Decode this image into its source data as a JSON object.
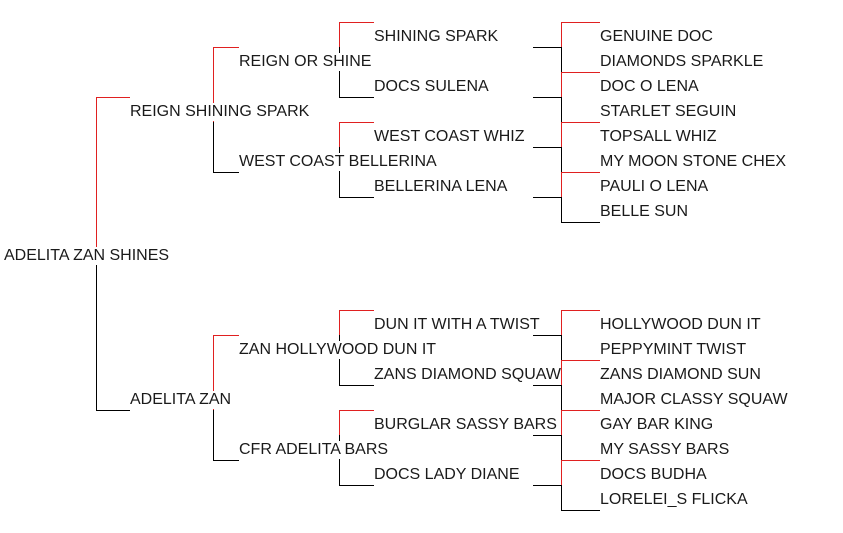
{
  "colors": {
    "sire_line": "#e02020",
    "dam_line": "#000000",
    "text": "#1a1a1a",
    "background": "#ffffff"
  },
  "horse": "ADELITA ZAN SHINES",
  "sire": "REIGN SHINING SPARK",
  "dam": "ADELITA ZAN",
  "sire_sire": "REIGN OR SHINE",
  "sire_dam": "WEST COAST BELLERINA",
  "dam_sire": "ZAN HOLLYWOOD DUN IT",
  "dam_dam": "CFR ADELITA BARS",
  "g3": [
    "SHINING SPARK",
    "DOCS SULENA",
    "WEST COAST WHIZ",
    "BELLERINA LENA",
    "DUN IT WITH A TWIST",
    "ZANS DIAMOND SQUAW",
    "BURGLAR SASSY BARS",
    "DOCS LADY DIANE"
  ],
  "g4": [
    "GENUINE DOC",
    "DIAMONDS SPARKLE",
    "DOC O LENA",
    "STARLET SEGUIN",
    "TOPSALL WHIZ",
    "MY MOON STONE CHEX",
    "PAULI O LENA",
    "BELLE SUN",
    "HOLLYWOOD DUN IT",
    "PEPPYMINT TWIST",
    "ZANS DIAMOND SUN",
    "MAJOR CLASSY SQUAW",
    "GAY BAR KING",
    "MY SASSY BARS",
    "DOCS BUDHA",
    "LORELEI_S FLICKA"
  ]
}
